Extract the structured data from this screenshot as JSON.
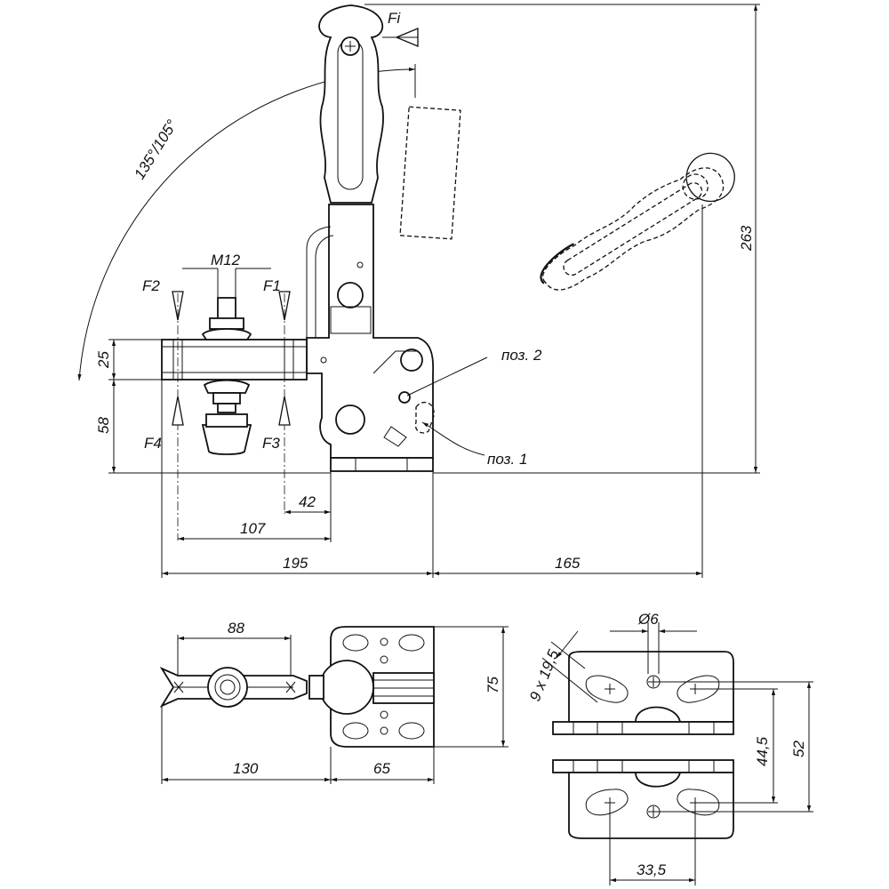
{
  "forces": {
    "fi": "Fi",
    "f1": "F1",
    "f2": "F2",
    "f3": "F3",
    "f4": "F4"
  },
  "angle_label": "135°/105°",
  "thread_label": "M12",
  "positions": {
    "pos1": "поз. 1",
    "pos2": "поз. 2"
  },
  "side_view_dims": {
    "d25": "25",
    "d58": "58",
    "d42": "42",
    "d107": "107",
    "d195": "195",
    "d165": "165",
    "d263": "263"
  },
  "top_view_dims": {
    "d88": "88",
    "d130": "130",
    "d65": "65",
    "d75": "75"
  },
  "base_view_dims": {
    "d6": "Ø6",
    "slots": "9 x 19,5",
    "d44_5": "44,5",
    "d52": "52",
    "d33_5": "33,5"
  }
}
